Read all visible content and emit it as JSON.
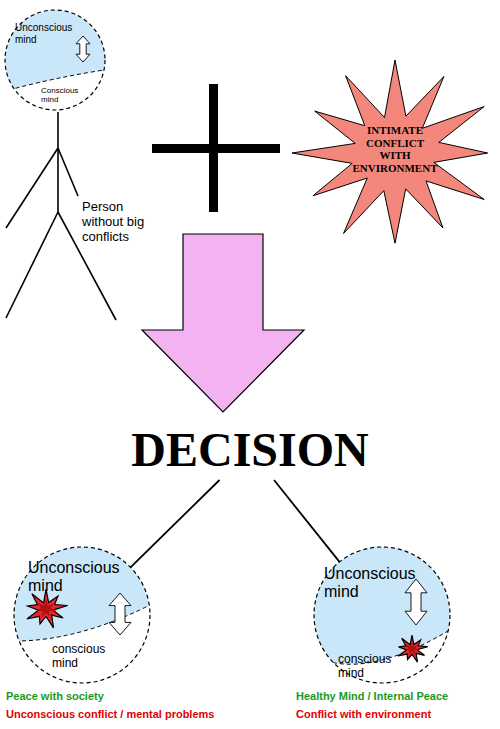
{
  "diagram": {
    "nodes": [
      {
        "text": [
          "Unconscious mind",
          "Conscious mind"
        ]
      },
      {
        "text": [
          "INTIMATE CONFLICT WITH ENVIRONMENT"
        ]
      },
      {
        "text": [
          "DECISION"
        ]
      },
      {
        "text": [
          "Unconscious mind",
          "conscious mind"
        ]
      },
      {
        "text": [
          "Unconscious mind",
          "conscious mind"
        ]
      }
    ],
    "edges": [
      {
        "from": 2,
        "to": 3,
        "arrow": "none"
      },
      {
        "from": 2,
        "to": 4,
        "arrow": "none"
      }
    ],
    "labels": [
      "Person without big conflicts",
      "Peace with society",
      "Unconscious conflict / mental problems",
      "Healthy Mind / Internal Peace",
      "Conflict with environment"
    ]
  }
}
